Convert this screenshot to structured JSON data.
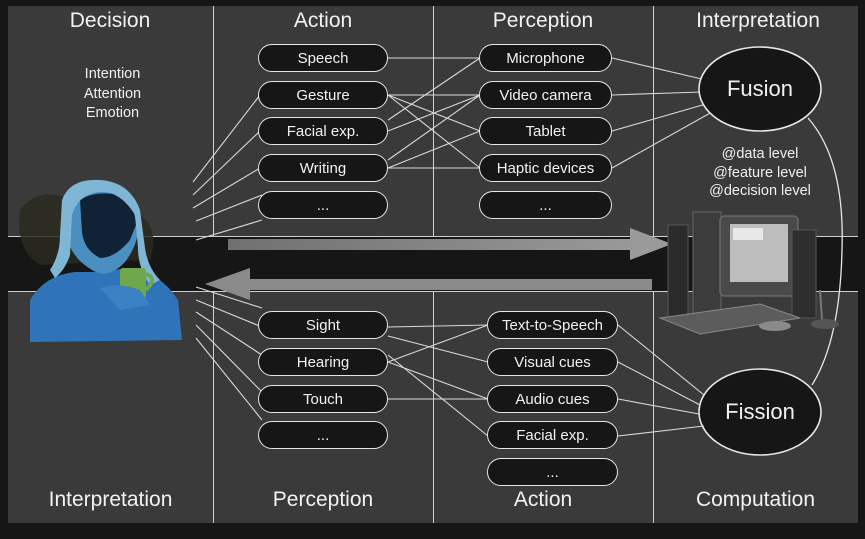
{
  "top": {
    "headers": {
      "decision": "Decision",
      "action": "Action",
      "perception": "Perception",
      "interpretation": "Interpretation"
    },
    "decision_items": [
      "Intention",
      "Attention",
      "Emotion"
    ],
    "action_items": [
      "Speech",
      "Gesture",
      "Facial exp.",
      "Writing",
      "..."
    ],
    "perception_items": [
      "Microphone",
      "Video camera",
      "Tablet",
      "Haptic devices",
      "..."
    ],
    "fusion_label": "Fusion",
    "levels": [
      "@data level",
      "@feature level",
      "@decision level"
    ]
  },
  "bottom": {
    "headers": {
      "interpretation": "Interpretation",
      "perception": "Perception",
      "action": "Action",
      "computation": "Computation"
    },
    "perception_items": [
      "Sight",
      "Hearing",
      "Touch",
      "..."
    ],
    "action_items": [
      "Text-to-Speech",
      "Visual cues",
      "Audio cues",
      "Facial exp.",
      "..."
    ],
    "fission_label": "Fission"
  },
  "colors": {
    "panel": "#3a3a3a",
    "background": "#161616",
    "line": "#e6e6e6",
    "arrow": "#8c8c8c",
    "person": "#2f73b8",
    "cup": "#6fa84a"
  },
  "icons": [
    "person-icon",
    "computer-icon"
  ]
}
